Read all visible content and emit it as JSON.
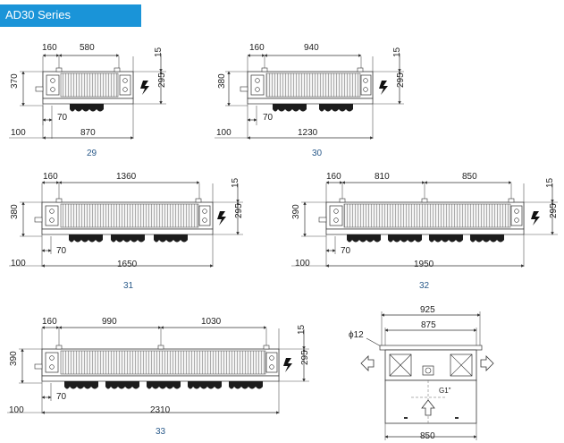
{
  "header": {
    "title": "AD30 Series"
  },
  "units": [
    {
      "caption": "29",
      "left_offset": "160",
      "pitches": [
        "580"
      ],
      "height_total": "370",
      "right_top": "15",
      "right_height": "295",
      "pipe_offset": "70",
      "bottom_left": "100",
      "length": "870"
    },
    {
      "caption": "30",
      "left_offset": "160",
      "pitches": [
        "940"
      ],
      "height_total": "380",
      "right_top": "15",
      "right_height": "295",
      "pipe_offset": "70",
      "bottom_left": "100",
      "length": "1230"
    },
    {
      "caption": "31",
      "left_offset": "160",
      "pitches": [
        "1360"
      ],
      "height_total": "380",
      "right_top": "15",
      "right_height": "295",
      "pipe_offset": "70",
      "bottom_left": "100",
      "length": "1650"
    },
    {
      "caption": "32",
      "left_offset": "160",
      "pitches": [
        "810",
        "850"
      ],
      "height_total": "390",
      "right_top": "15",
      "right_height": "295",
      "pipe_offset": "70",
      "bottom_left": "100",
      "length": "1950"
    },
    {
      "caption": "33",
      "left_offset": "160",
      "pitches": [
        "990",
        "1030"
      ],
      "height_total": "390",
      "right_top": "15",
      "right_height": "295",
      "pipe_offset": "70",
      "bottom_left": "100",
      "length": "2310"
    }
  ],
  "side_view": {
    "hole": "ϕ12",
    "outer": "925",
    "inner": "875",
    "drain": "G1\"",
    "base": "850"
  }
}
